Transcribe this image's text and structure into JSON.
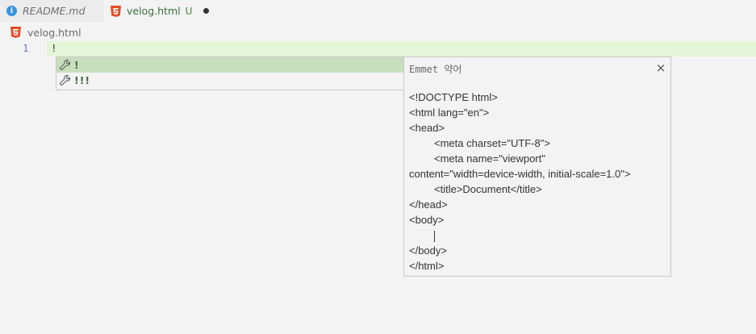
{
  "tabs": [
    {
      "label": "README.md",
      "icon": "info-icon"
    },
    {
      "label": "velog.html",
      "icon": "html5-icon",
      "status": "U",
      "modified": true
    }
  ],
  "breadcrumb": {
    "label": "velog.html",
    "icon": "html5-icon"
  },
  "editor": {
    "line_number": "1",
    "code": "!"
  },
  "suggestions": [
    {
      "label": "!",
      "icon": "wrench-icon",
      "selected": true
    },
    {
      "label": "!!!",
      "icon": "wrench-icon",
      "selected": false
    }
  ],
  "details": {
    "title": "Emmet 약어",
    "close": "×",
    "lines": [
      "<!DOCTYPE html>",
      "<html lang=\"en\">",
      "<head>",
      "<meta charset=\"UTF-8\">",
      "<meta name=\"viewport\"",
      "content=\"width=device-width, initial-scale=1.0\">",
      "<title>Document</title>",
      "</head>",
      "<body>",
      "</body>",
      "</html>"
    ]
  },
  "colors": {
    "html_icon": "#e44d26",
    "info_icon": "#3794e0",
    "line_highlight": "#e5f5d8",
    "suggest_selected": "#c8dfbd"
  }
}
